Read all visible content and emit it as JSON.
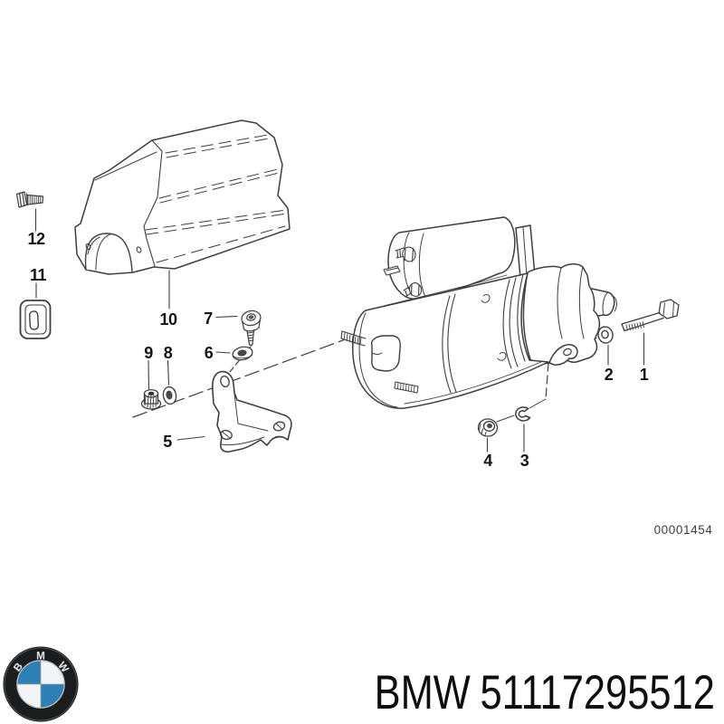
{
  "page": {
    "background_color": "#ffffff"
  },
  "diagram": {
    "type": "exploded-parts-drawing",
    "drawing_number": "00001454",
    "line_color": "#3e3e3e",
    "callouts": [
      "1",
      "2",
      "3",
      "4",
      "5",
      "6",
      "7",
      "8",
      "9",
      "10",
      "11",
      "12"
    ]
  },
  "footer": {
    "brand": "BMW",
    "part_number": "51117295512",
    "text_color": "#0e0e0e",
    "logo": {
      "letters": [
        "B",
        "M",
        "W"
      ],
      "ring_color": "#1a1c1e",
      "blue": "#2e7fb6",
      "white": "#f2f4f5"
    }
  }
}
